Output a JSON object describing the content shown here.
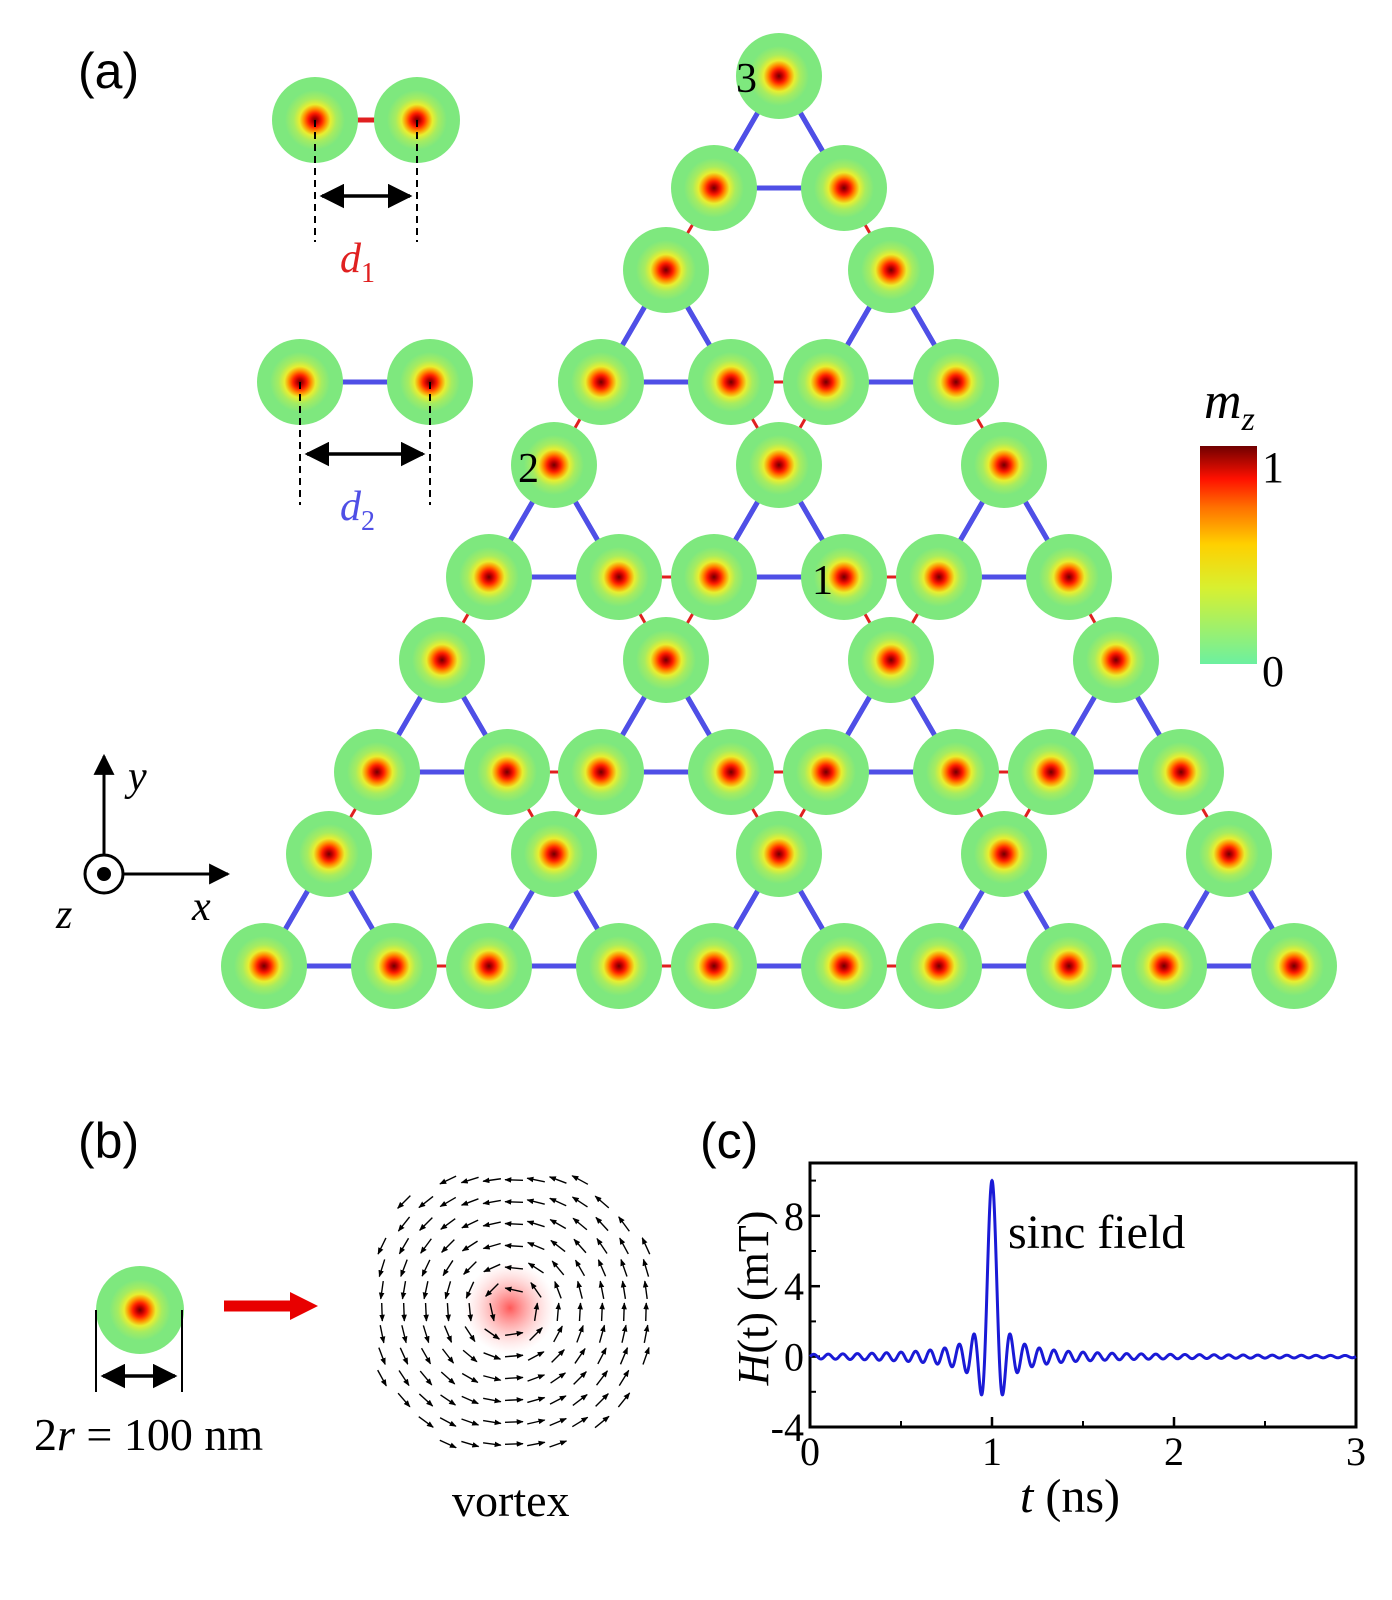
{
  "panels": {
    "a": {
      "label": "(a)",
      "d1_symbol": "d",
      "d1_sub": "1",
      "d2_symbol": "d",
      "d2_sub": "2",
      "site_labels": [
        "1",
        "2",
        "3"
      ],
      "colorbar": {
        "symbol": "m",
        "sub": "z",
        "max_label": "1",
        "min_label": "0",
        "colors": [
          "#6cf0a0",
          "#d8f030",
          "#ffd000",
          "#ff7000",
          "#ff1000",
          "#b00000",
          "#700000"
        ]
      },
      "axes": {
        "y": "y",
        "x": "x",
        "z": "z"
      },
      "colors": {
        "intra": "#e02020",
        "inter": "#4f4fe6",
        "disk": "#7ee87e",
        "core": "#ff2000"
      }
    },
    "b": {
      "label": "(b)",
      "size_label": "2r = 100 nm",
      "size_r": "r",
      "size_rest": " = 100 nm",
      "size_pre": "2",
      "vortex_label": "vortex",
      "arrow_color": "#e80000"
    },
    "c": {
      "label": "(c)",
      "annotation": "sinc field",
      "ylabel": "H(t) (mT)",
      "xlabel": "t (ns)"
    }
  },
  "chart_data": {
    "type": "line",
    "title": "",
    "xlabel": "t (ns)",
    "ylabel": "H(t) (mT)",
    "xlim": [
      0,
      3
    ],
    "ylim": [
      -4,
      11
    ],
    "xticks": [
      "0",
      "1",
      "2",
      "3"
    ],
    "yticks": [
      "-4",
      "0",
      "4",
      "8"
    ],
    "series": [
      {
        "function": "sinc",
        "amplitude_mT": 10,
        "center_ns": 1.0,
        "zero_spacing_ns": 0.04,
        "color": "#1a1ad6"
      }
    ]
  }
}
